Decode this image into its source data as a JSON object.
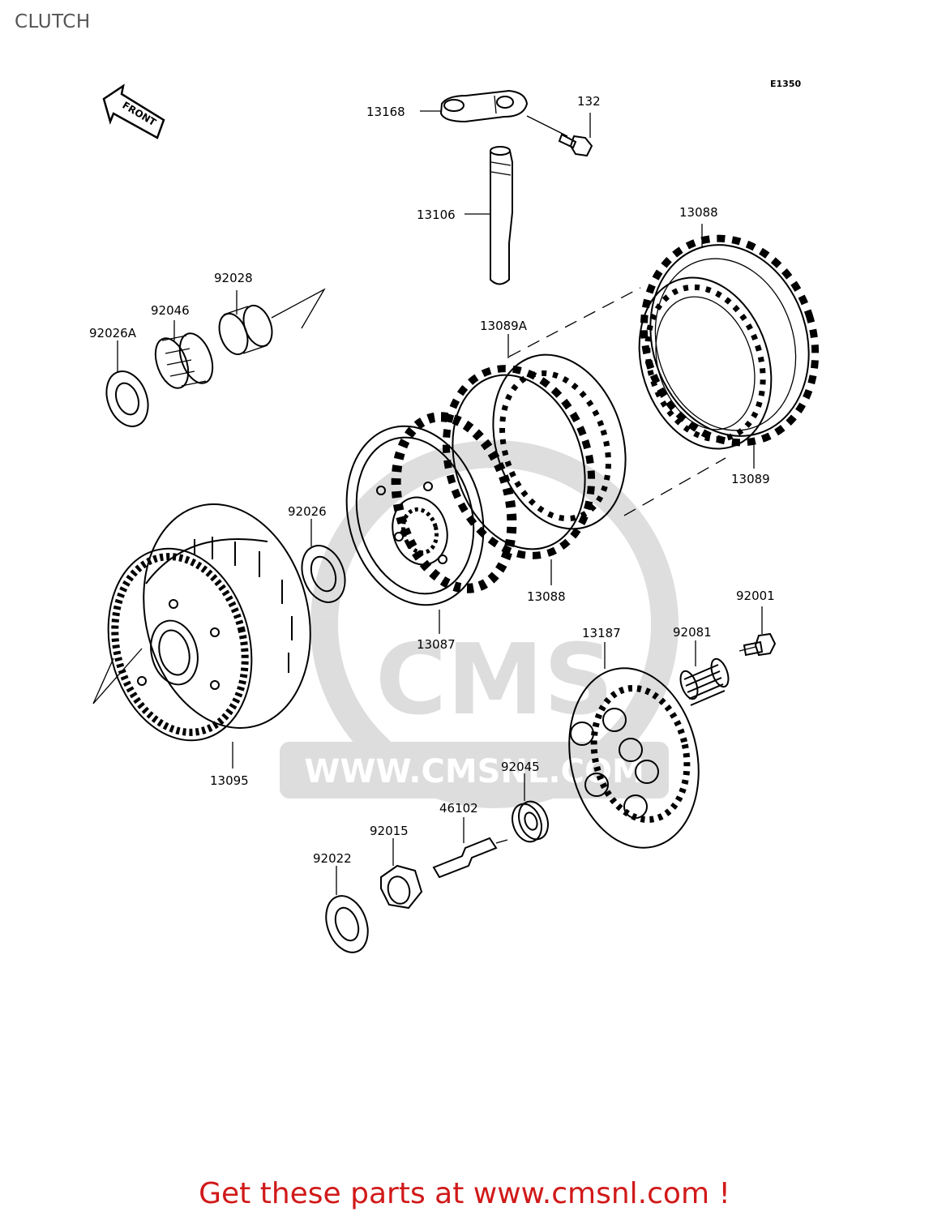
{
  "title": "CLUTCH",
  "diagram_code": "E1350",
  "front_label": "FRONT",
  "watermark": {
    "logo": "CMS",
    "url": "WWW.CMSNL.COM"
  },
  "parts": {
    "p13168": "13168",
    "p132": "132",
    "p13106": "13106",
    "p13088_top": "13088",
    "p92028": "92028",
    "p92046": "92046",
    "p92026a": "92026A",
    "p13089a": "13089A",
    "p13089": "13089",
    "p92026": "92026",
    "p13088_bottom": "13088",
    "p13087": "13087",
    "p92001": "92001",
    "p92081": "92081",
    "p13187": "13187",
    "p13095": "13095",
    "p92045": "92045",
    "p46102": "46102",
    "p92015": "92015",
    "p92022": "92022"
  },
  "footer": "Get these parts at www.cmsnl.com !"
}
